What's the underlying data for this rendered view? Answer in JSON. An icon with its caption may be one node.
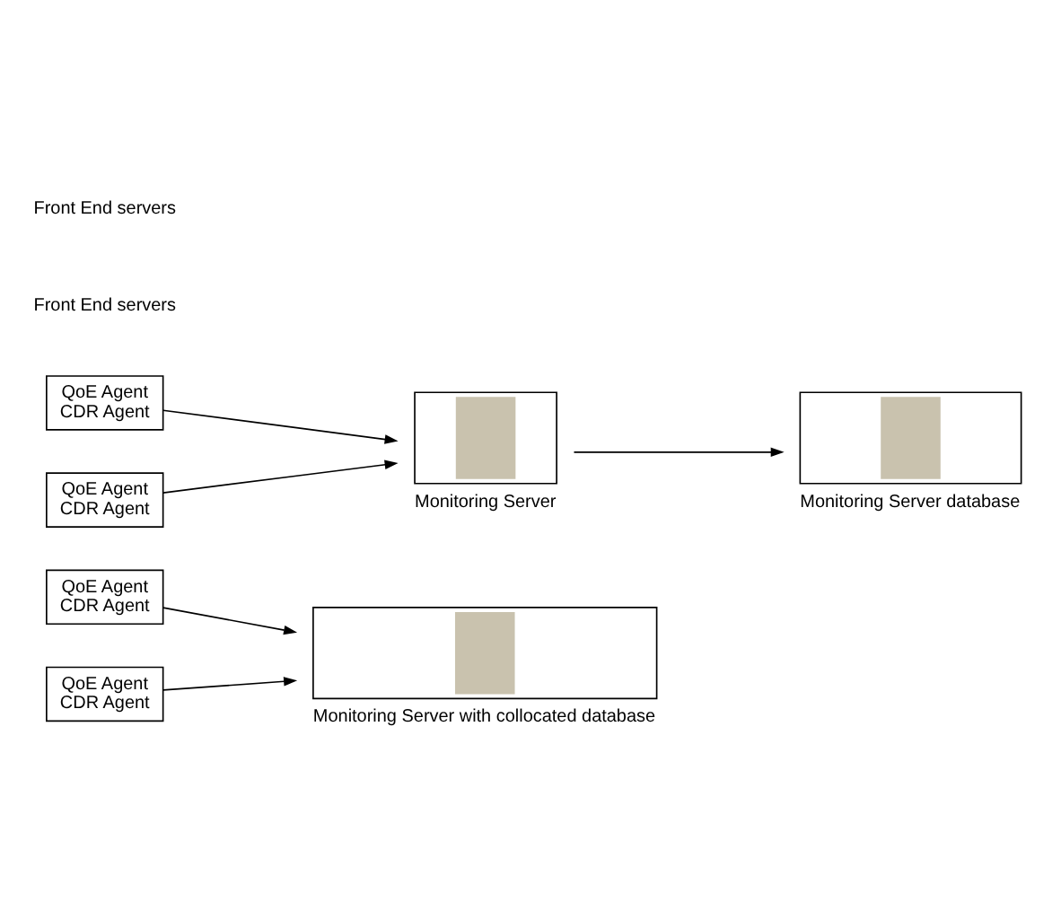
{
  "diagram": {
    "nodes": [
      {
        "text": [
          "QoE Agent",
          "CDR Agent"
        ]
      },
      {
        "text": [
          "QoE Agent",
          "CDR Agent"
        ]
      },
      {
        "text": [],
        "shape": "box",
        "beside": [
          "Monitoring Server with collocated database"
        ]
      },
      {
        "text": [
          "QoE Agent",
          "CDR Agent"
        ]
      },
      {
        "text": [
          "QoE Agent",
          "CDR Agent"
        ]
      },
      {
        "text": [],
        "shape": "box",
        "beside": [
          "Monitoring Server"
        ]
      },
      {
        "text": [],
        "shape": "box",
        "beside": [
          "Monitoring Server database"
        ]
      }
    ],
    "edges": [
      {
        "from": 0,
        "to": 2,
        "arrow": "to"
      },
      {
        "from": 1,
        "to": 2,
        "arrow": "to"
      },
      {
        "from": 3,
        "to": 5,
        "arrow": "to"
      },
      {
        "from": 4,
        "to": 5,
        "arrow": "to"
      },
      {
        "from": 5,
        "to": 6,
        "arrow": "to"
      }
    ],
    "labels": [
      "Front End servers",
      "Front End servers"
    ]
  }
}
